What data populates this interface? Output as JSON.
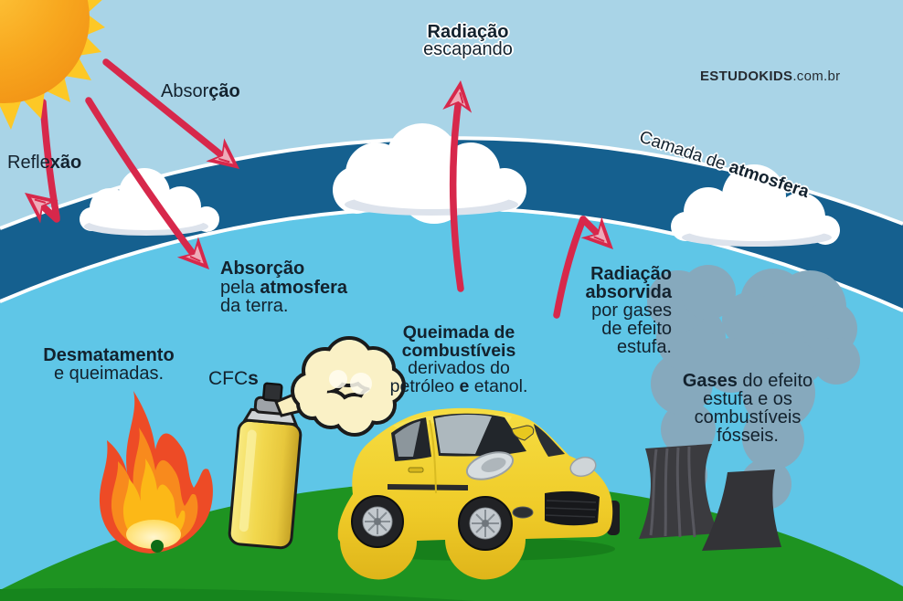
{
  "brand": {
    "name": "ESTUDOKIDS",
    "suffix": ".com.br"
  },
  "labels": {
    "reflexao": {
      "normal": "Refle",
      "bold": "xão"
    },
    "absorcao": {
      "normal": "Absor",
      "bold": "ção"
    },
    "radiacao_escapando": {
      "line1_bold": "Radiação",
      "line2": "escapando"
    },
    "camada_atmosfera": {
      "normal": "Camada de ",
      "bold": "atmosfera"
    },
    "absorcao_atmosfera": {
      "line1_bold": "Absorção",
      "line2_normal": "pela ",
      "line2_bold": "atmosfera",
      "line3": "da terra."
    },
    "desmatamento": {
      "line1_bold": "Desmatamento",
      "line2": "e queimadas."
    },
    "cfcs": {
      "normal": "CFC",
      "bold": "s"
    },
    "queimada": {
      "line1_bold": "Queimada de",
      "line2_bold": "combustíveis",
      "line3": "derivados do",
      "line4_a": "petróleo ",
      "line4_b_bold": "e",
      "line4_c": " etanol."
    },
    "radiacao_absorvida": {
      "line1_bold": "Radiação",
      "line2_bold": "absorvida",
      "line3": "por gases",
      "line4": "de efeito",
      "line5": "estufa."
    },
    "gases": {
      "line1_bold": "Gases",
      "line1_rest": " do efeito",
      "line2": "estufa e os",
      "line3": "combustíveis",
      "line4": "fósseis."
    }
  },
  "colors": {
    "sky_upper": "#a9d4e7",
    "sky_lower": "#5fc6e7",
    "atmosphere_band": "#15608f",
    "ground_green": "#1e9321",
    "arrow_red": "#d7284b",
    "sun_yellow": "#fdc826",
    "smoke_gray": "#86a9bd",
    "tower_gray": "#3b3b3f",
    "spray_can_yellow": "#f2d84e",
    "car_yellow": "#f0ce2b",
    "label_text": "#13222e"
  }
}
